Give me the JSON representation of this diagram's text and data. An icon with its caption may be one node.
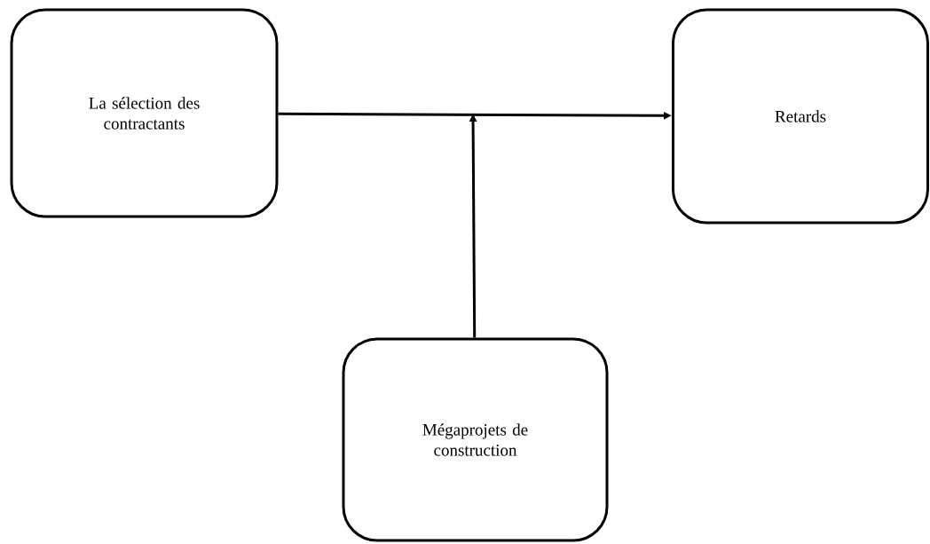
{
  "diagram": {
    "nodes": [
      {
        "text": [
          "La sélection des contractants"
        ]
      },
      {
        "text": [
          "Retards"
        ]
      },
      {
        "text": [
          "Mégaprojets de construction"
        ]
      }
    ],
    "edges": [
      {
        "from": 0,
        "to": 1,
        "arrow": "to"
      },
      {
        "from": 2,
        "to": null,
        "arrow": "to"
      }
    ]
  }
}
